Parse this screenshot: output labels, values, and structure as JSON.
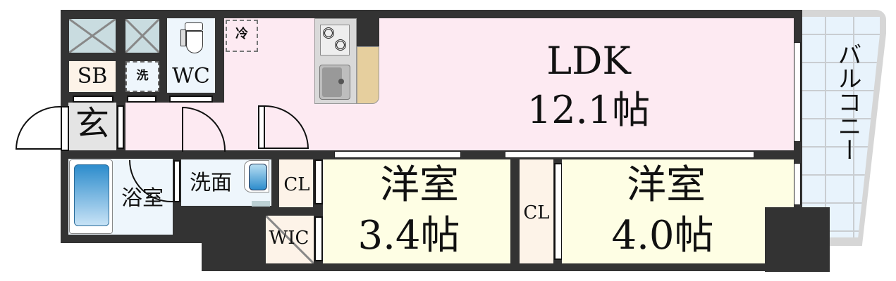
{
  "floorplan": {
    "rooms": {
      "ldk": {
        "name": "LDK",
        "size": "12.1帖",
        "color": "#fdeaf2"
      },
      "western1": {
        "name": "洋室",
        "size": "3.4帖",
        "color": "#fefee4"
      },
      "western2": {
        "name": "洋室",
        "size": "4.0帖",
        "color": "#fefee4"
      },
      "bath": {
        "name": "浴室",
        "color": "#eef6fc"
      },
      "washroom": {
        "name": "洗面",
        "color": "#eef6fc"
      },
      "wc": {
        "name": "WC",
        "color": "#eef6fc"
      },
      "sb": {
        "name": "SB",
        "color": "#fdf3e8"
      },
      "washer": {
        "name": "洗"
      },
      "entrance": {
        "name": "玄",
        "color": "#e4e4e4"
      },
      "cl1": {
        "name": "CL",
        "color": "#fdf3e8"
      },
      "cl2": {
        "name": "CL",
        "color": "#fdf3e8"
      },
      "wic": {
        "name": "WIC",
        "color": "#fdf3e8"
      },
      "balcony": {
        "name": "バルコニー",
        "color": "#e8f3fc"
      }
    },
    "fixtures": {
      "fridge": "冷"
    },
    "colors": {
      "wall": "#333333"
    }
  }
}
